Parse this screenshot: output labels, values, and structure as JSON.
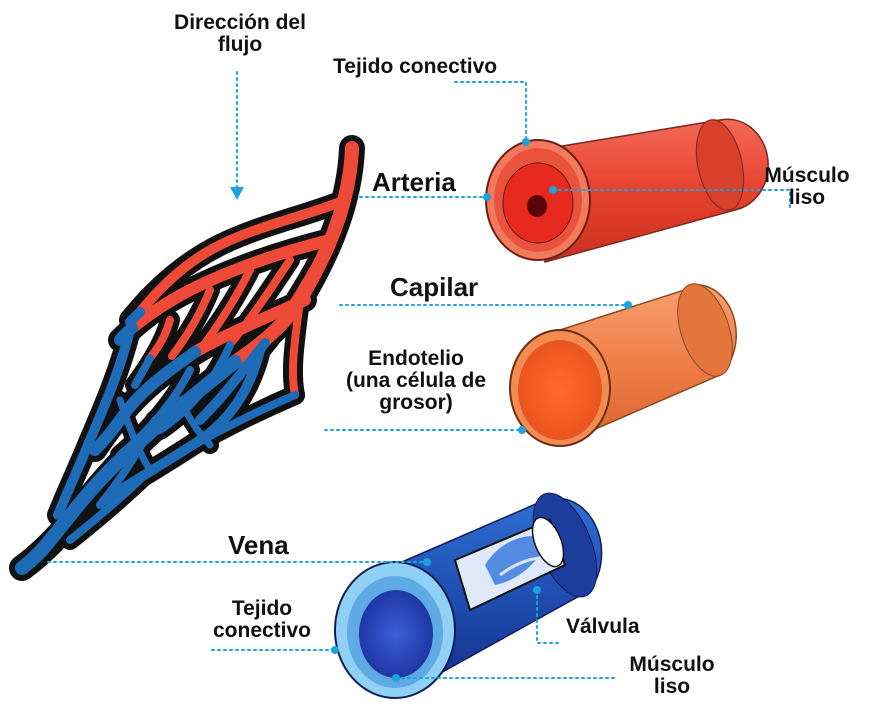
{
  "colors": {
    "artery": "#ef4a37",
    "capillary": "#f07a42",
    "vein": "#1e6bb8",
    "leader": "#1aa3dd",
    "outline": "#111111"
  },
  "labels": {
    "flow_direction": [
      "Dirección del",
      "flujo"
    ],
    "artery_connective": "Tejido conectivo",
    "artery": "Arteria",
    "artery_muscle": [
      "Músculo",
      "liso"
    ],
    "capillary": "Capilar",
    "endothelium": [
      "Endotelio",
      "(una célula de",
      "grosor)"
    ],
    "vein": "Vena",
    "vein_connective": [
      "Tejido",
      "conectivo"
    ],
    "valve": "Válvula",
    "vein_muscle": [
      "Músculo",
      "liso"
    ]
  },
  "icons": [
    "down-arrow-icon"
  ]
}
